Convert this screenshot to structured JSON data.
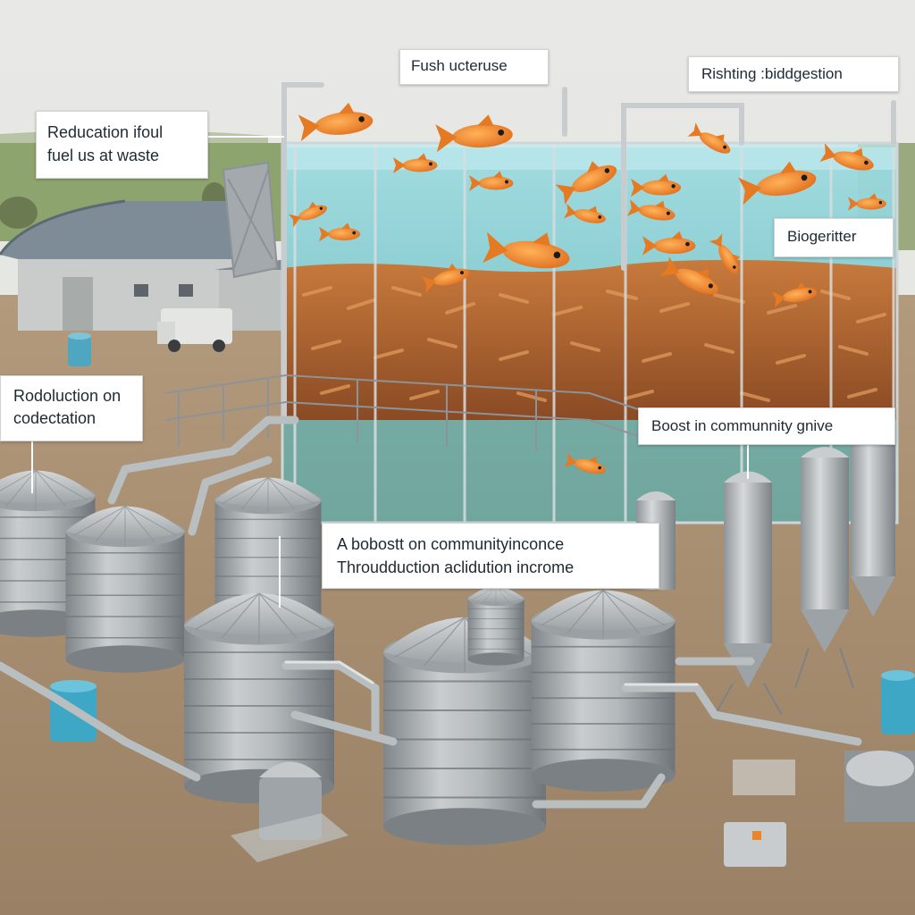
{
  "labels": {
    "fish_ucteruse": "Fush ucteruse",
    "rishting_biodigestion": "Rishting :biddgestion",
    "reduction_fossil_line1": "Reducation ifoul",
    "reduction_fossil_line2": "fuel us at waste",
    "biogeritter": "Biogeritter",
    "rodoluction_line1": "Rodoluction on",
    "rodoluction_line2": "codectation",
    "boost_community": "Boost in communnity gnive",
    "income_line1": "A bobostt on communityinconce",
    "income_line2": "Throudduction aclidution incrome"
  },
  "colors": {
    "sky": "#e6e8e4",
    "water": "#7fcfd6",
    "fish": "#f08a2c",
    "larvae": "#c0622a",
    "steel": "#a9aeb1",
    "ground": "#a48a6c",
    "barn_roof": "#8d9aa4"
  }
}
